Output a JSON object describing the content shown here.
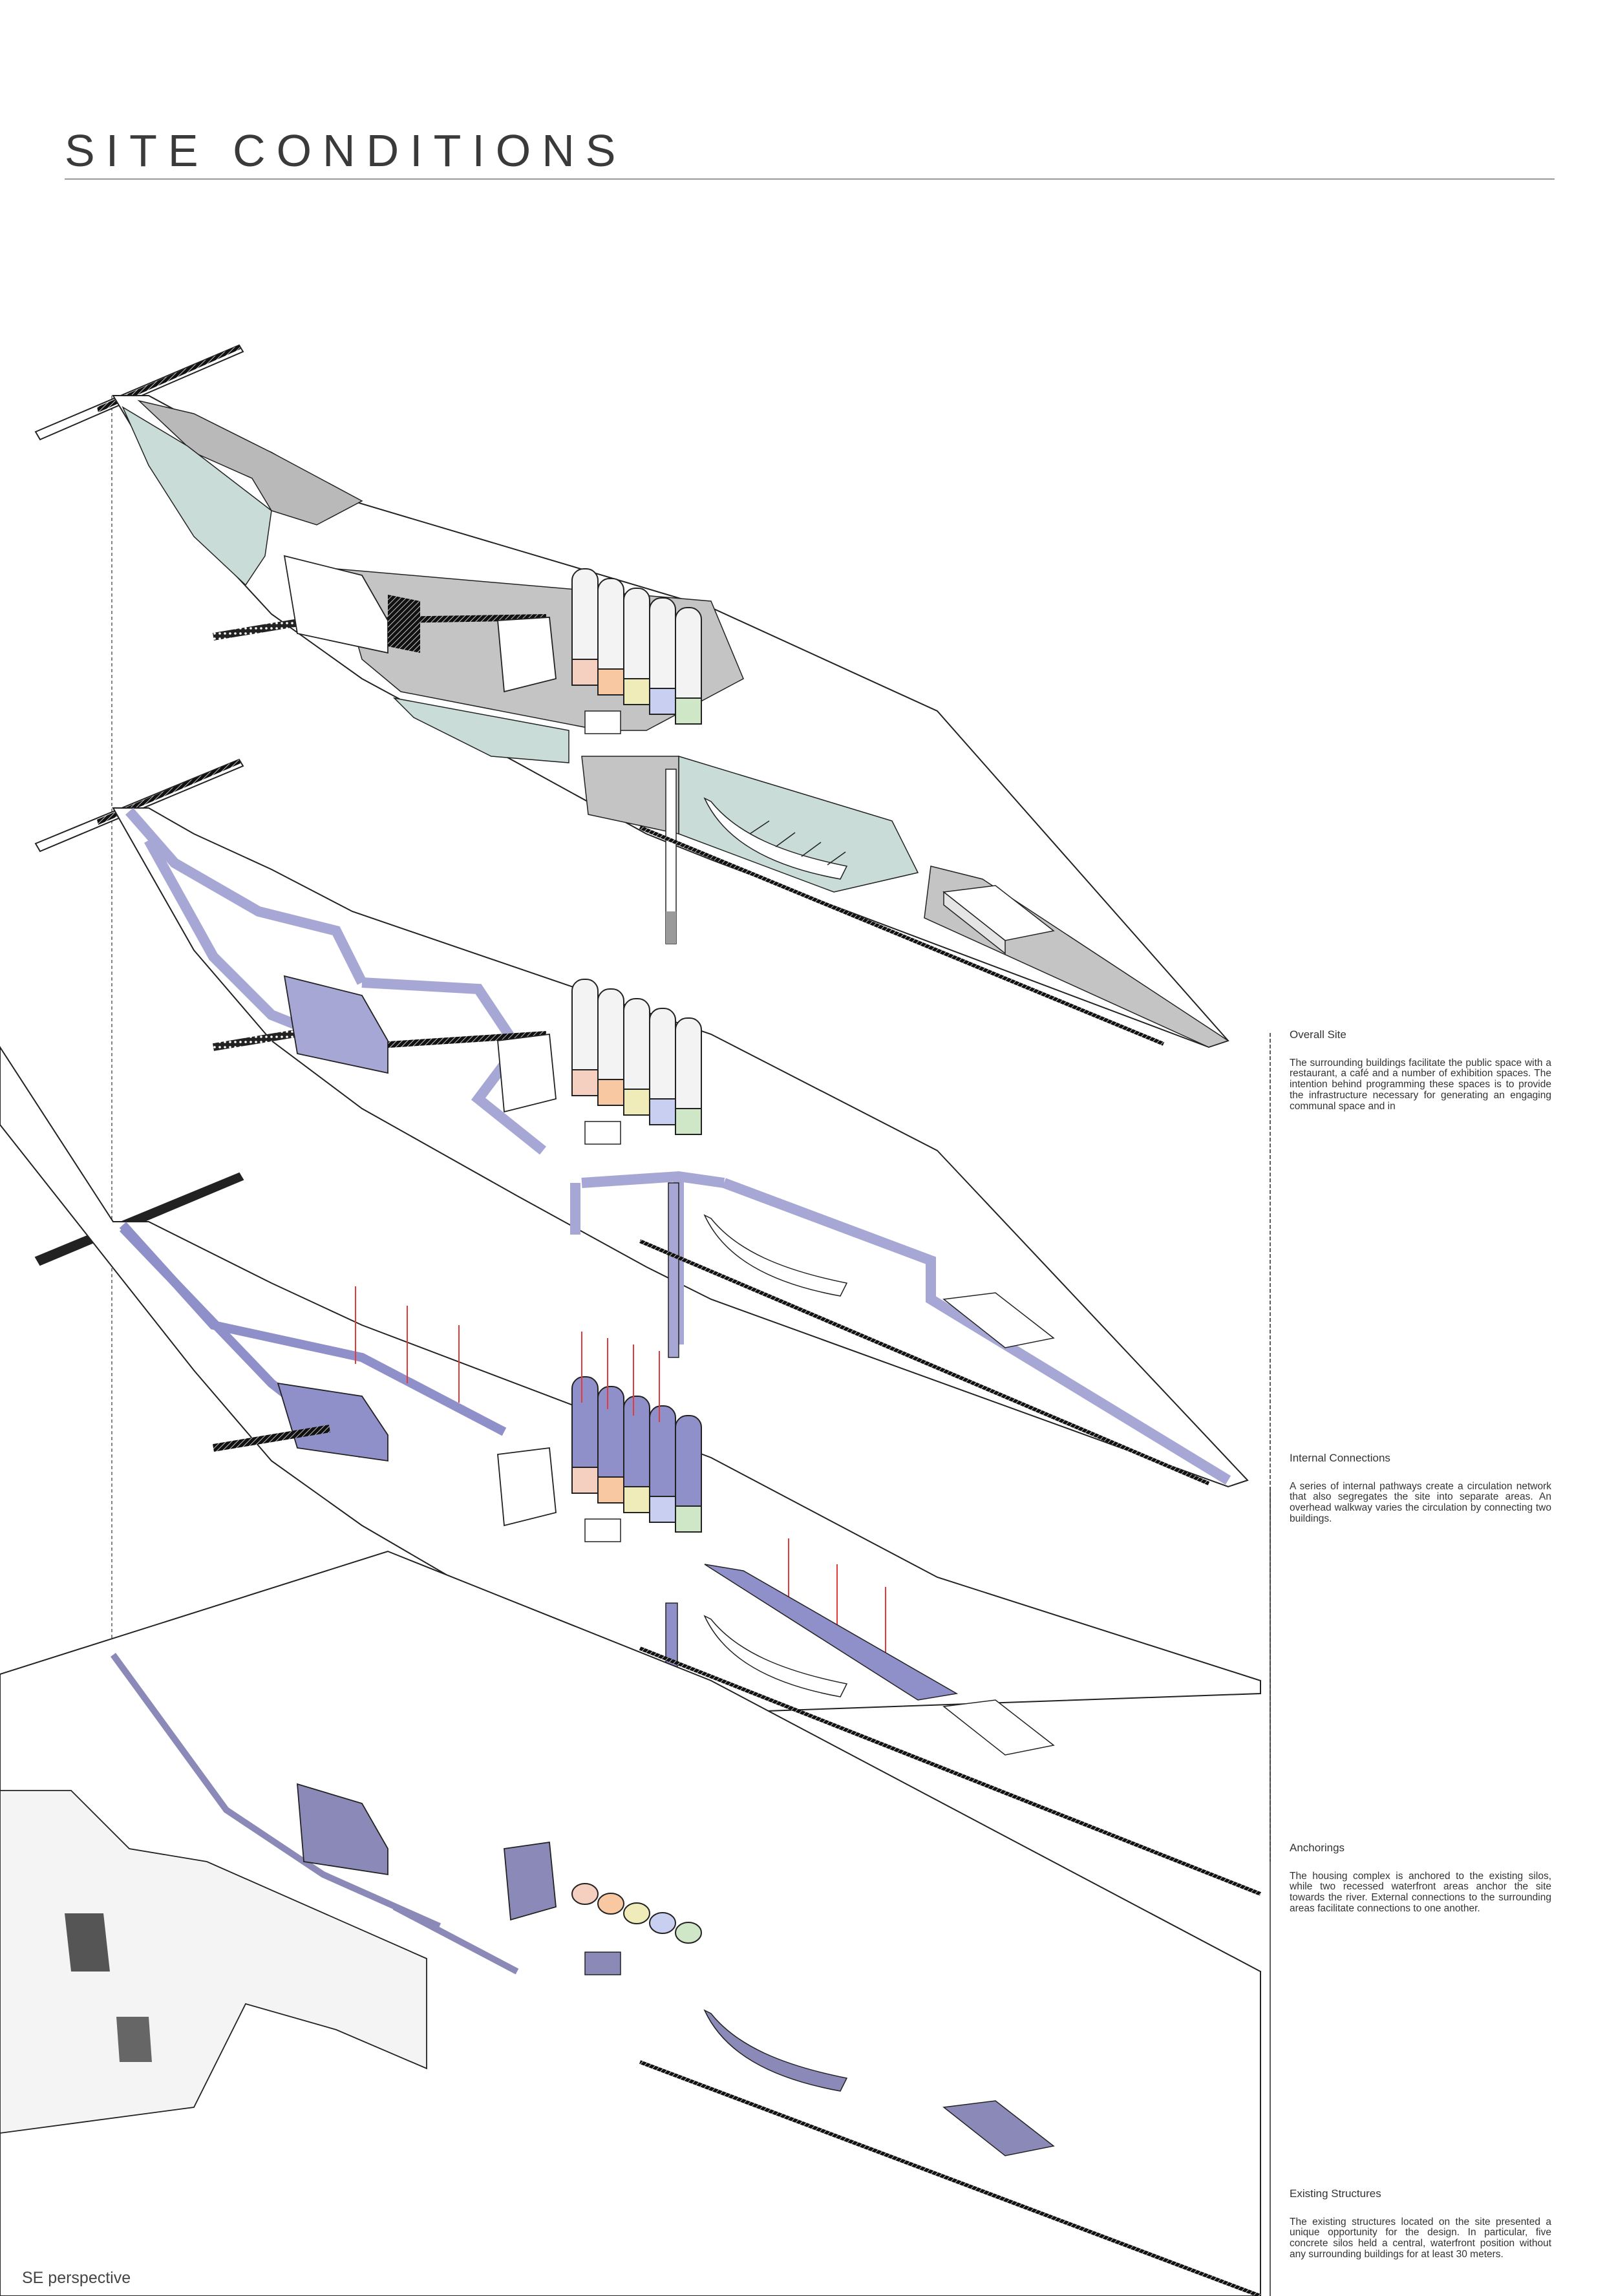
{
  "title": "SITE CONDITIONS",
  "caption": "SE perspective",
  "notes": [
    {
      "heading": "Overall Site",
      "body": "The surrounding buildings facilitate the public space with a restaurant, a café and a number of exhibition spaces. The intention behind programming these spaces is to provide the infrastructure necessary for generating an engaging communal space and in"
    },
    {
      "heading": "Internal Connections",
      "body": "A series of internal pathways create a circulation network that also segregates the site into separate areas.  An overhead walkway varies the circulation by connecting two buildings."
    },
    {
      "heading": "Anchorings",
      "body": "The housing complex is anchored to the existing silos, while two recessed waterfront areas anchor the site towards the river. External connections to the surrounding areas facilitate connections to one another."
    },
    {
      "heading": "Existing Structures",
      "body": "The existing structures located on the site presented a unique opportunity for the design. In particular, five concrete silos held a central, waterfront position without any surrounding buildings for at least 30 meters."
    }
  ],
  "colors": {
    "ground_grey": "#bdbdbd",
    "water_green": "#c9dcd8",
    "path_purple": "#a7a7d6",
    "anchor_purple": "#8f8fc9",
    "structure_purple": "#8a89b8",
    "anchor_red": "#e23b3b",
    "silo_pink": "#f5cfc0",
    "silo_orange": "#f7c8a2",
    "silo_yellow": "#f0ecb9",
    "silo_blue": "#c9cff0",
    "silo_green": "#cfe7c6",
    "line": "#222222"
  }
}
